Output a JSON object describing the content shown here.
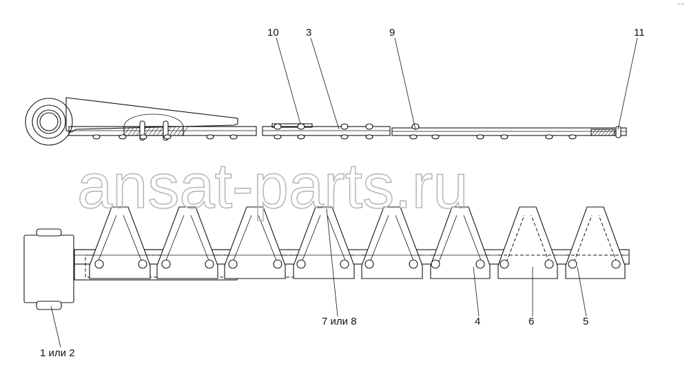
{
  "corner_mark": "²⁶ ⁰⁰⁶",
  "watermark": "ansat-parts.ru",
  "callouts": {
    "c10": "10",
    "c3": "3",
    "c9": "9",
    "c11": "11",
    "c7or8": "7 или 8",
    "c4": "4",
    "c6": "6",
    "c5": "5",
    "c1or2": "1 или 2"
  }
}
